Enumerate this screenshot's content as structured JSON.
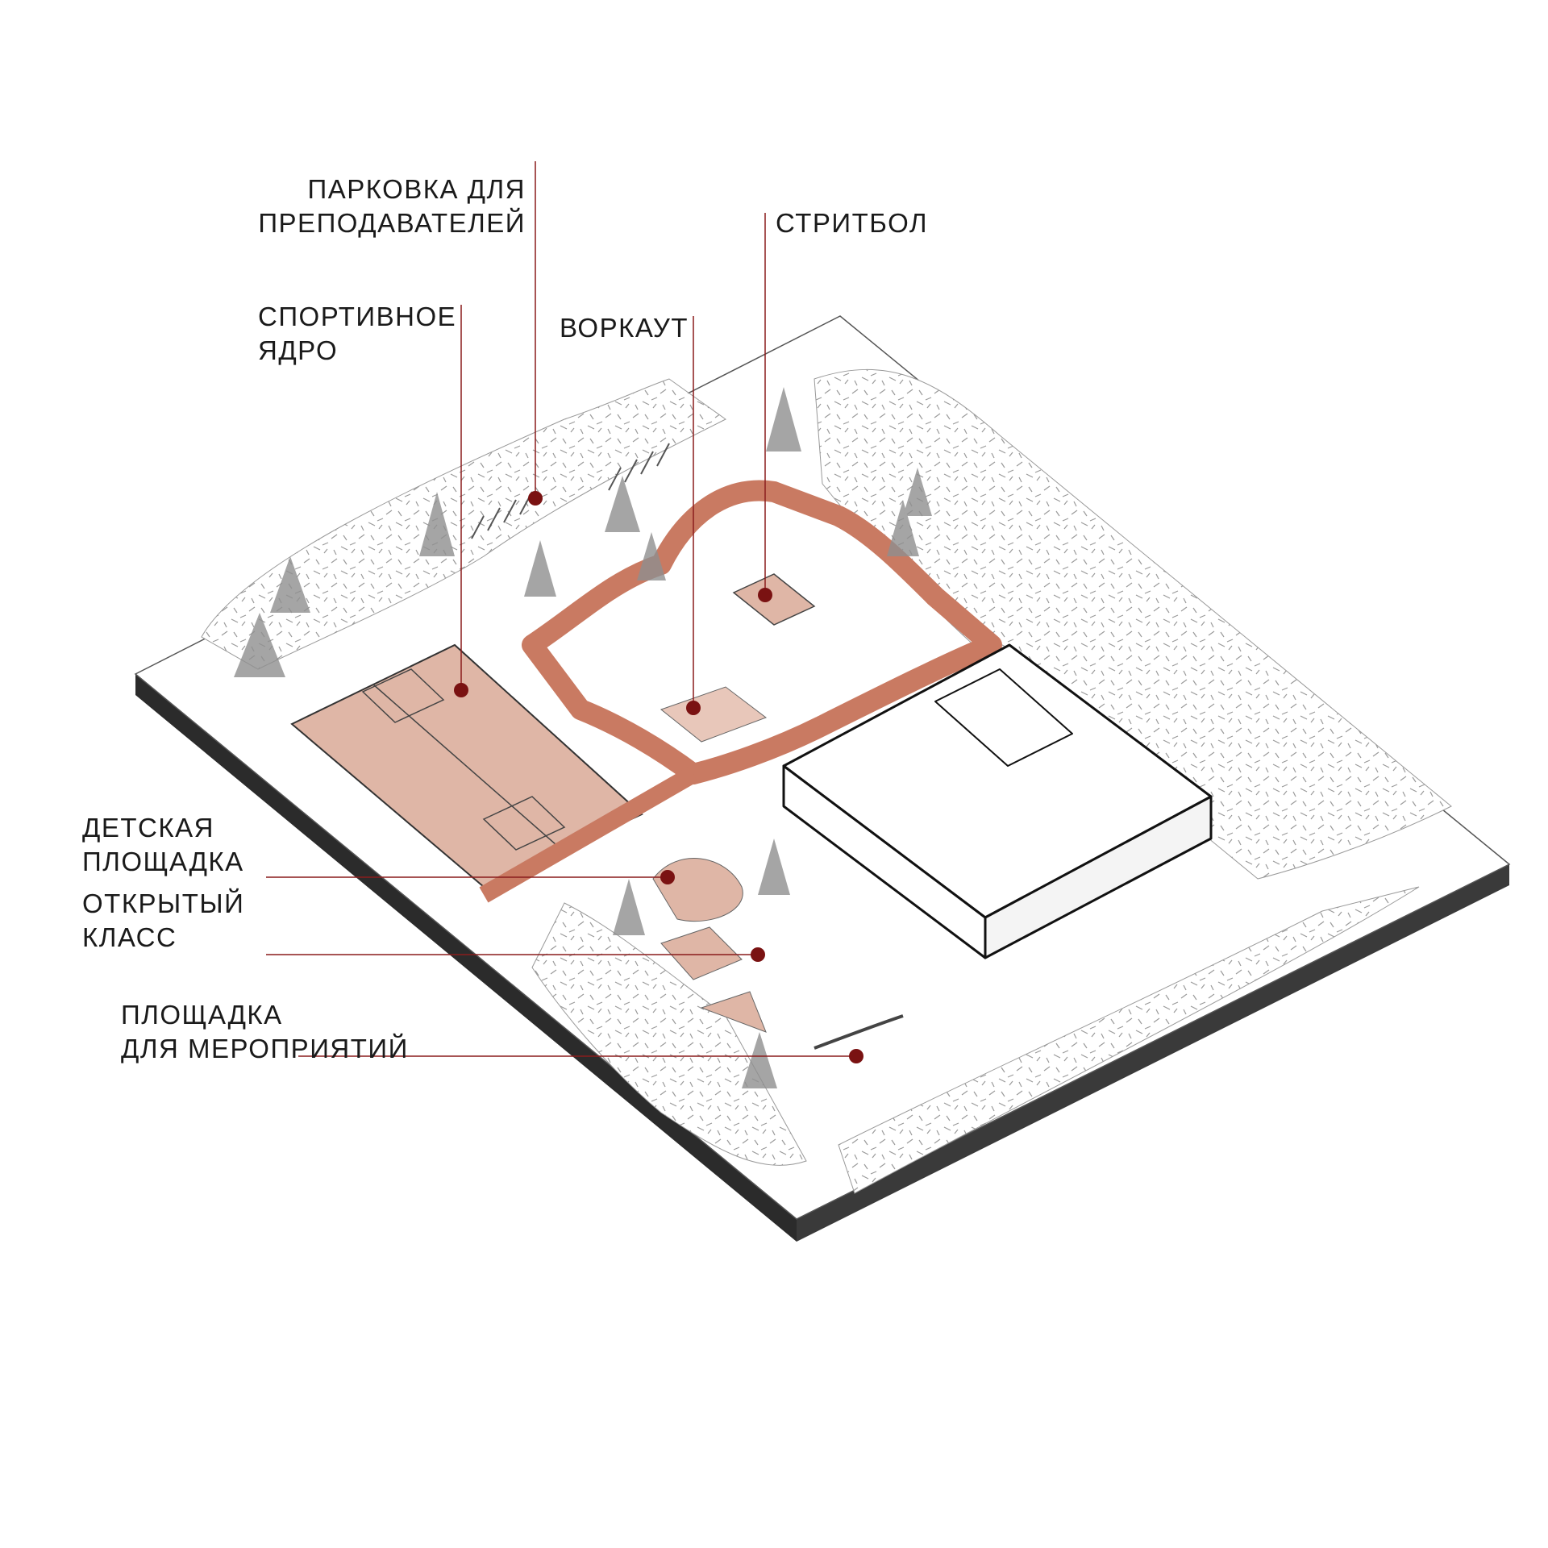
{
  "colors": {
    "accent_line": "#8a1c1c",
    "marker_dot": "#7a1212",
    "zone_fill": "#dfb6a6",
    "path_fill": "#c97a62",
    "building_stroke": "#111111",
    "base_dark": "#2b2b2b",
    "tree": "#8f8f8f"
  },
  "labels": {
    "parking": {
      "lines": [
        "ПАРКОВКА ДЛЯ",
        "ПРЕПОДАВАТЕЛЕЙ"
      ]
    },
    "streetball": {
      "lines": [
        "СТРИТБОЛ"
      ]
    },
    "sport_core": {
      "lines": [
        "СПОРТИВНОЕ",
        "ЯДРО"
      ]
    },
    "workout": {
      "lines": [
        "ВОРКАУТ"
      ]
    },
    "kids_playground": {
      "lines": [
        "ДЕТСКАЯ",
        "ПЛОЩАДКА"
      ]
    },
    "open_class": {
      "lines": [
        "ОТКРЫТЫЙ",
        "КЛАСС"
      ]
    },
    "event_area": {
      "lines": [
        "ПЛОЩАДКА",
        "ДЛЯ МЕРОПРИЯТИЙ"
      ]
    }
  }
}
